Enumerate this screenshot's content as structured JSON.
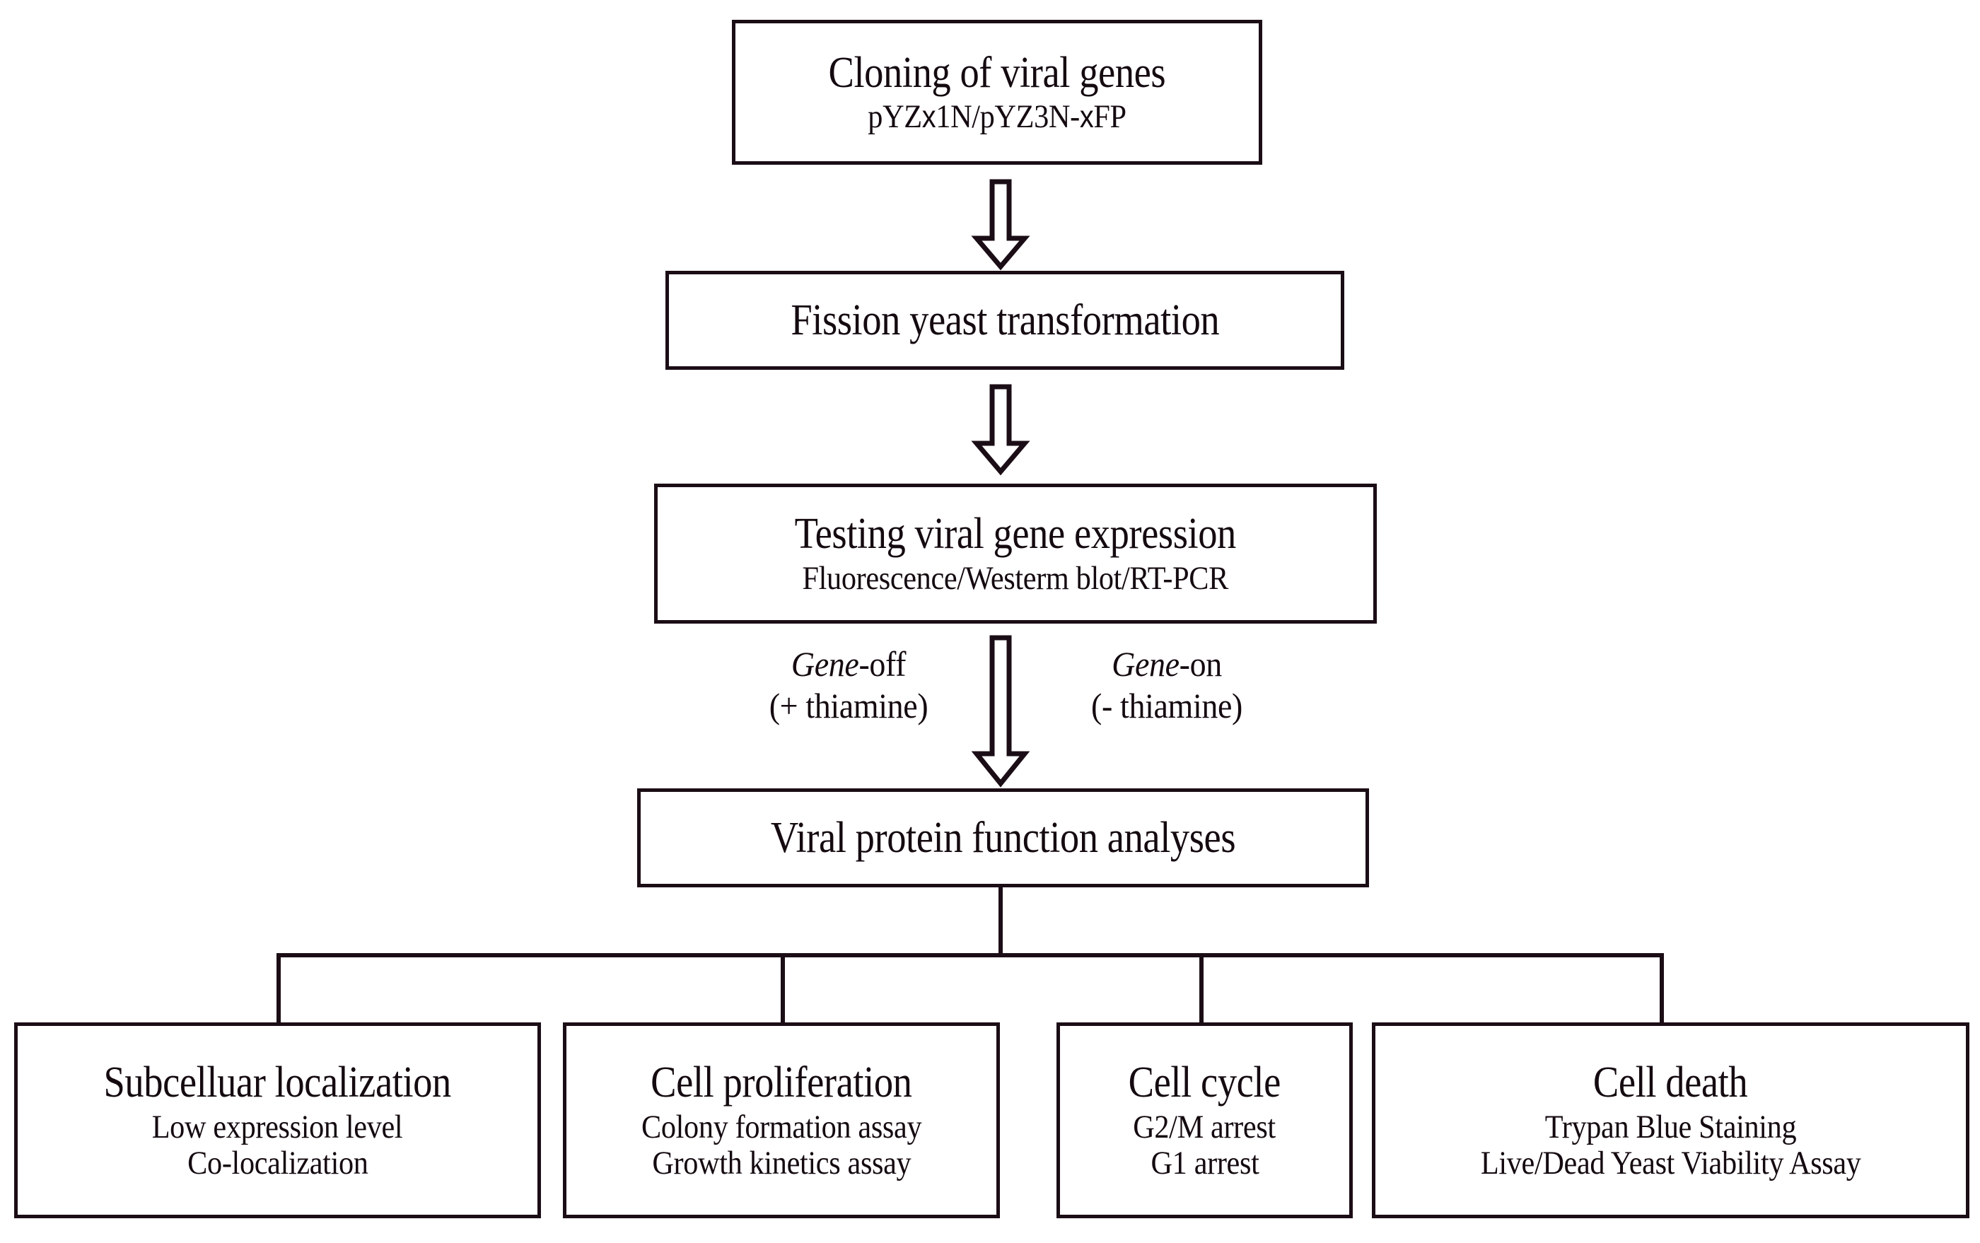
{
  "diagram": {
    "title": "Experimental workflow for studying viral gene function in fission yeast",
    "background_color": "#ffffff",
    "line_color": "#1b0d15"
  },
  "nodes": {
    "cloning": {
      "title": "Cloning of viral genes",
      "subtitle_pre": "pYZ",
      "subtitle_x1": "x",
      "subtitle_mid": "1N/pYZ3N-",
      "subtitle_x2": "x",
      "subtitle_post": "FP",
      "subtitle_full": "pYZx1N/pYZ3N-xFP"
    },
    "transformation": {
      "title": "Fission yeast transformation"
    },
    "testing": {
      "title": "Testing viral gene expression",
      "subtitle": "Fluorescence/Westerm blot/RT-PCR"
    },
    "analyses": {
      "title": "Viral protein function analyses"
    },
    "localization": {
      "title": "Subcelluar localization",
      "line1": "Low expression level",
      "line2": "Co-localization"
    },
    "proliferation": {
      "title": "Cell proliferation",
      "line1": "Colony formation assay",
      "line2": "Growth kinetics assay"
    },
    "cellcycle": {
      "title": "Cell cycle",
      "line1": "G2/M arrest",
      "line2": "G1 arrest"
    },
    "celldeath": {
      "title": "Cell death",
      "line1": "Trypan Blue Staining",
      "line2": "Live/Dead Yeast Viability Assay"
    }
  },
  "annotations": {
    "gene_off": {
      "emph": "Gene",
      "rest": "-off",
      "condition": "(+ thiamine)"
    },
    "gene_on": {
      "emph": "Gene",
      "rest": "-on",
      "condition": "(- thiamine)"
    }
  },
  "arrows": {
    "cloning_to_transformation": "down-block-arrow",
    "transformation_to_testing": "down-block-arrow",
    "testing_to_analyses": "down-block-arrow-long"
  }
}
